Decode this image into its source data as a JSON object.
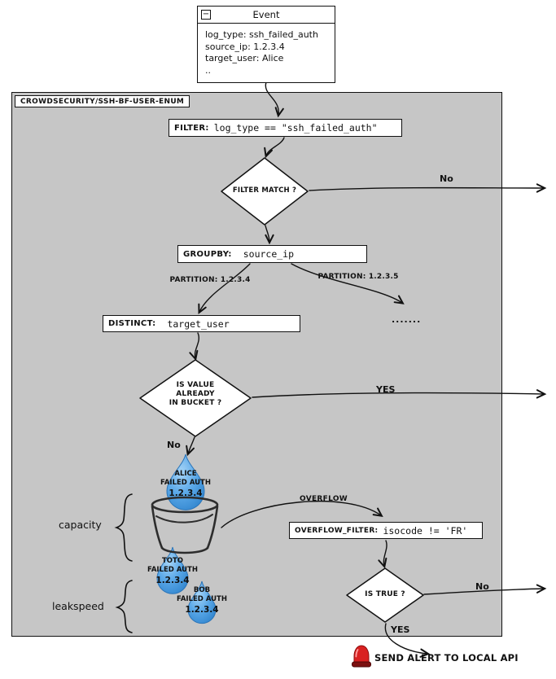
{
  "event_box": {
    "collapse_icon": "−",
    "title": "Event",
    "lines": [
      "log_type: ssh_failed_auth",
      "source_ip: 1.2.3.4",
      "target_user: Alice",
      ".."
    ]
  },
  "scenario": {
    "label": "CROWDSECURITY/SSH-BF-USER-ENUM"
  },
  "filter_box": {
    "label": "FILTER:",
    "value": "log_type == \"ssh_failed_auth\""
  },
  "filter_match": {
    "question": "FILTER MATCH ?",
    "no_label": "No"
  },
  "groupby_box": {
    "label": "GROUPBY:",
    "value": "source_ip"
  },
  "partitions": {
    "left": "PARTITION: 1.2.3.4",
    "right": "PARTITION: 1.2.3.5",
    "ellipsis": "......."
  },
  "distinct_box": {
    "label": "DISTINCT:",
    "value": "target_user"
  },
  "bucket_check": {
    "lines": [
      "IS VALUE",
      "ALREADY",
      "IN BUCKET ?"
    ],
    "yes_label": "YES",
    "no_label": "No"
  },
  "bucket": {
    "capacity_label": "capacity",
    "leakspeed_label": "leakspeed",
    "drops": [
      {
        "name": "ALICE",
        "event": "FAILED AUTH",
        "ip": "1.2.3.4"
      },
      {
        "name": "TOTO",
        "event": "FAILED AUTH",
        "ip": "1.2.3.4"
      },
      {
        "name": "BOB",
        "event": "FAILED AUTH",
        "ip": "1.2.3.4"
      }
    ]
  },
  "overflow": {
    "edge_label": "OVERFLOW",
    "label": "OVERFLOW_FILTER:",
    "value": "isocode != 'FR'"
  },
  "is_true": {
    "question": "IS TRUE ?",
    "no_label": "No",
    "yes_label": "YES"
  },
  "alert": {
    "label": "SEND ALERT TO LOCAL API"
  },
  "colors": {
    "panel_gray": "#c6c6c6",
    "drop_blue": "#54a3e4",
    "siren_red": "#d92121"
  }
}
